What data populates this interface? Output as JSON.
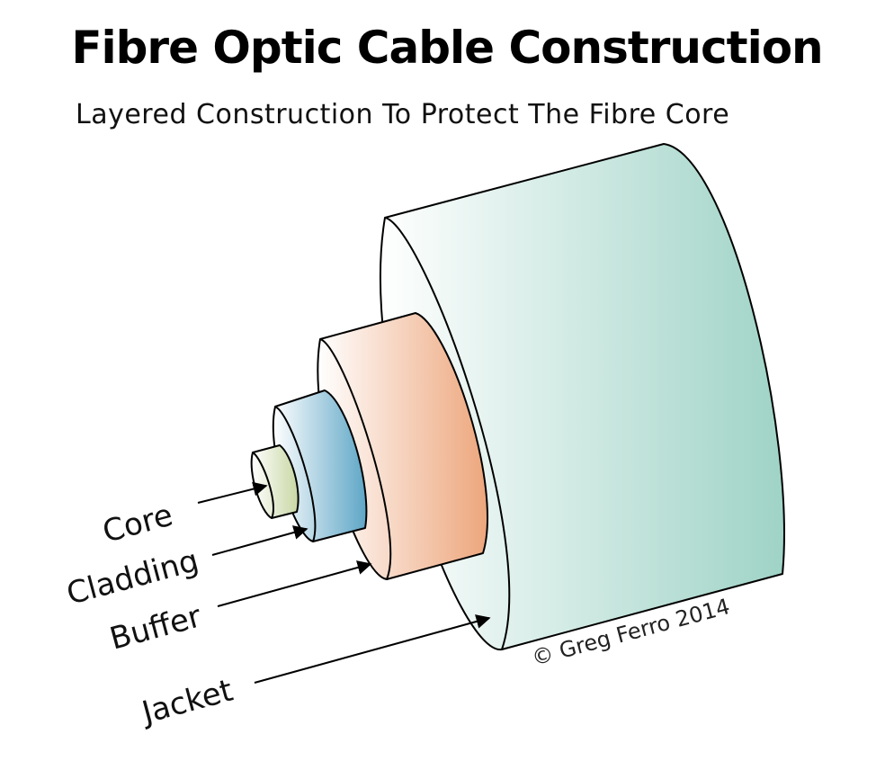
{
  "diagram": {
    "title": "Fibre Optic Cable Construction",
    "subtitle": "Layered Construction To Protect The Fibre Core",
    "layers": [
      {
        "name": "Core",
        "color": "#c8d7a4"
      },
      {
        "name": "Cladding",
        "color": "#5ea6c6"
      },
      {
        "name": "Buffer",
        "color": "#eda67c"
      },
      {
        "name": "Jacket",
        "color": "#9fd3c6"
      }
    ],
    "copyright": "© Greg Ferro 2014"
  }
}
